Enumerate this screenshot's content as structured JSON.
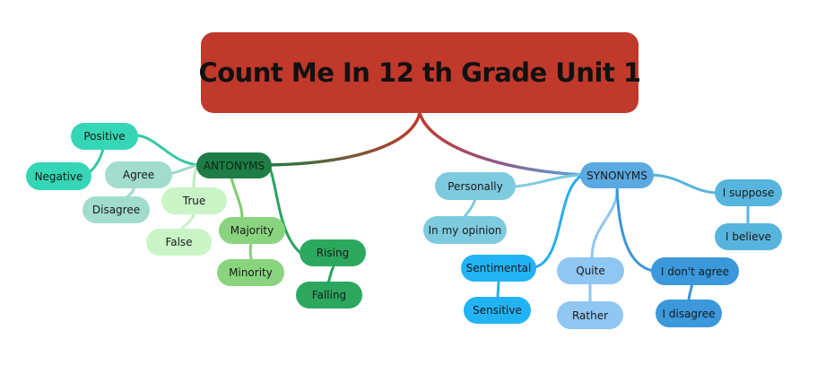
{
  "title": "Count Me In 12 th Grade Unit 1",
  "colors": {
    "root": "#c0392b",
    "antonyms": "#1e7d46",
    "synonyms": "#5aa9e0"
  },
  "antonyms": {
    "label": "ANTONYMS",
    "pairs": [
      {
        "a": "Positive",
        "b": "Negative"
      },
      {
        "a": "Agree",
        "b": "Disagree"
      },
      {
        "a": "True",
        "b": "False"
      },
      {
        "a": "Majority",
        "b": "Minority"
      },
      {
        "a": "Rising",
        "b": "Falling"
      }
    ]
  },
  "synonyms": {
    "label": "SYNONYMS",
    "pairs": [
      {
        "a": "Personally",
        "b": "In my opinion"
      },
      {
        "a": "Sentimental",
        "b": "Sensitive"
      },
      {
        "a": "Quite",
        "b": "Rather"
      },
      {
        "a": "I don't agree",
        "b": "I disagree"
      },
      {
        "a": "I suppose",
        "b": "I believe"
      }
    ]
  }
}
